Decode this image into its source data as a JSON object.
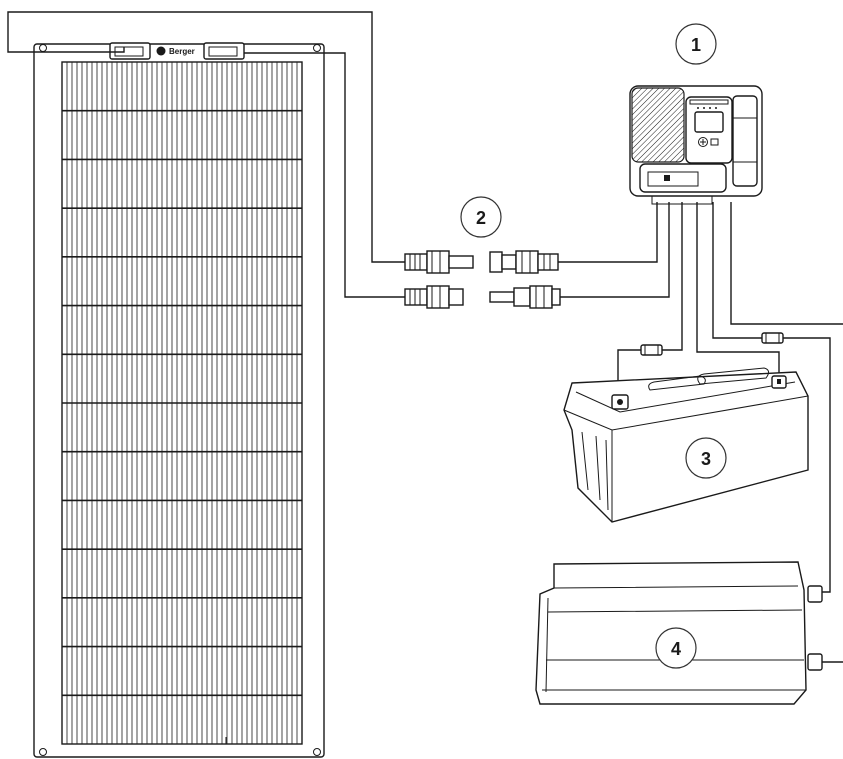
{
  "panel": {
    "brand": "Berger",
    "columns": 48,
    "rows": 14
  },
  "markers": [
    {
      "id": "charge-controller",
      "label": "1"
    },
    {
      "id": "connectors",
      "label": "2"
    },
    {
      "id": "battery",
      "label": "3"
    },
    {
      "id": "inverter",
      "label": "4"
    }
  ],
  "colors": {
    "line": "#1a1a1a",
    "marker_stroke": "#333333",
    "background": "#ffffff"
  }
}
